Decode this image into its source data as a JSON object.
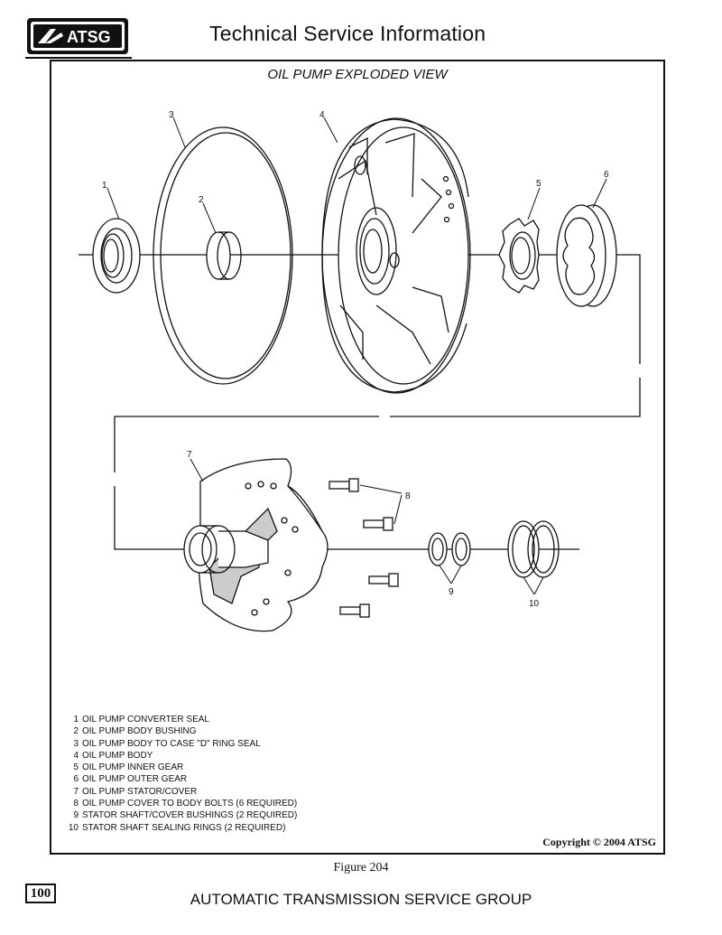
{
  "header": {
    "logo_text": "ATSG",
    "title": "Technical Service Information"
  },
  "figure": {
    "title": "OIL PUMP EXPLODED VIEW",
    "callouts": [
      "1",
      "2",
      "3",
      "4",
      "5",
      "6",
      "7",
      "8",
      "9",
      "10"
    ],
    "legend": [
      {
        "num": "1",
        "text": "OIL PUMP CONVERTER SEAL"
      },
      {
        "num": "2",
        "text": "OIL PUMP BODY BUSHING"
      },
      {
        "num": "3",
        "text": "OIL PUMP BODY TO CASE \"D\" RING SEAL"
      },
      {
        "num": "4",
        "text": "OIL PUMP BODY"
      },
      {
        "num": "5",
        "text": "OIL PUMP INNER GEAR"
      },
      {
        "num": "6",
        "text": "OIL PUMP OUTER GEAR"
      },
      {
        "num": "7",
        "text": "OIL PUMP STATOR/COVER"
      },
      {
        "num": "8",
        "text": "OIL PUMP COVER TO BODY BOLTS  (6 REQUIRED)"
      },
      {
        "num": "9",
        "text": "STATOR SHAFT/COVER BUSHINGS  (2 REQUIRED)"
      },
      {
        "num": "10",
        "text": "STATOR SHAFT SEALING RINGS  (2 REQUIRED)"
      }
    ],
    "copyright": "Copyright © 2004 ATSG",
    "caption": "Figure 204"
  },
  "footer": {
    "page_number": "100",
    "text": "AUTOMATIC TRANSMISSION SERVICE GROUP"
  }
}
